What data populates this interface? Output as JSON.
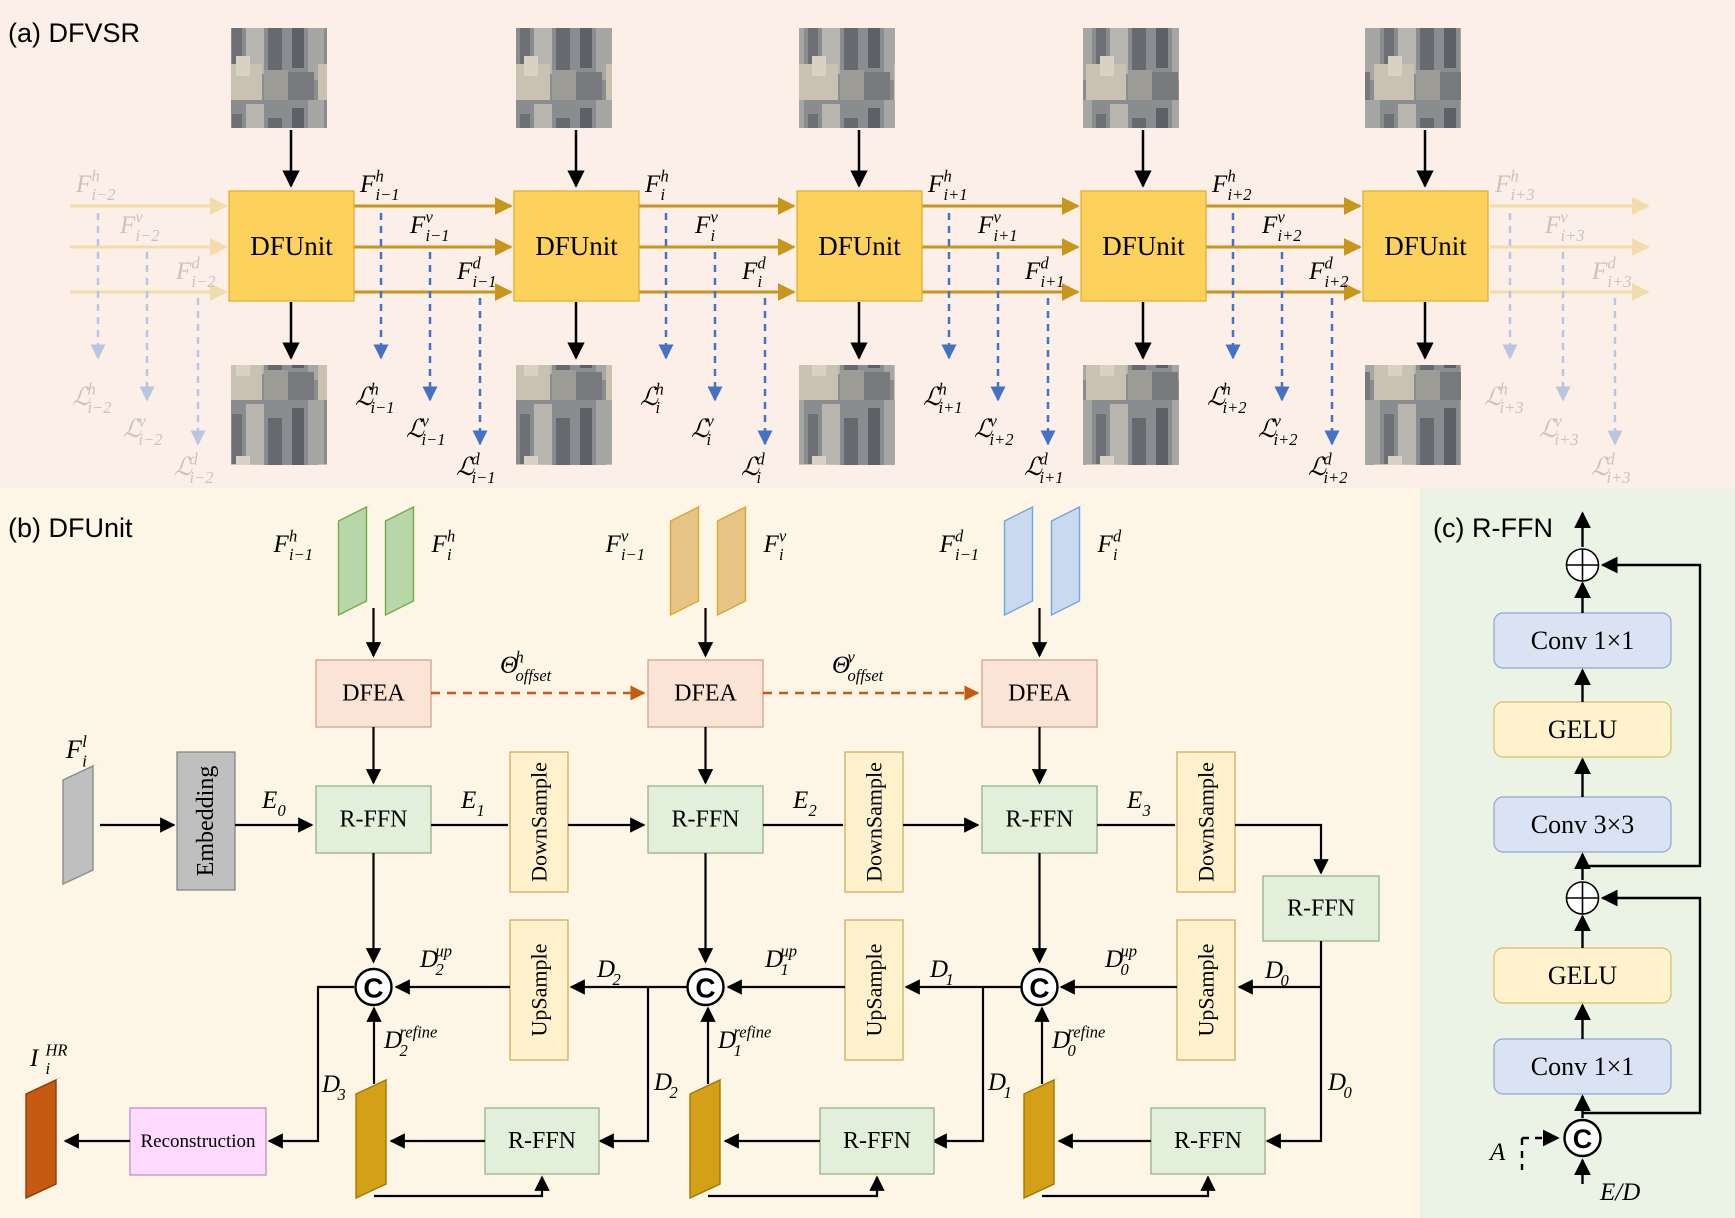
{
  "panels": {
    "a_title": "(a) DFVSR",
    "b_title": "(b) DFUnit",
    "c_title": "(c) R-FFN"
  },
  "colors": {
    "panel_a_bg": "#fcefe7",
    "panel_b_bg": "#fdf6e6",
    "panel_c_bg": "#eaf3e4",
    "dfunit_fill": "#fdd25c",
    "gold_arrow": "#c8961a",
    "blue_dash": "#4472c4",
    "orange_dash": "#c55a11",
    "dfea_fill": "#fbe3d6",
    "rffn_fill": "#e2efdb",
    "sample_fill": "#fff1cc",
    "embedding_fill": "#bfbfbf",
    "recon_fill": "#ffd9ff",
    "conv_fill": "#dae3f3",
    "gelu_fill": "#fff2cc"
  },
  "dfvsr": {
    "units": [
      "DFUnit",
      "DFUnit",
      "DFUnit",
      "DFUnit",
      "DFUnit"
    ],
    "feat_h": [
      {
        "b": "F",
        "sup": "h",
        "sub": "i−2"
      },
      {
        "b": "F",
        "sup": "h",
        "sub": "i−1"
      },
      {
        "b": "F",
        "sup": "h",
        "sub": "i"
      },
      {
        "b": "F",
        "sup": "h",
        "sub": "i+1"
      },
      {
        "b": "F",
        "sup": "h",
        "sub": "i+2"
      },
      {
        "b": "F",
        "sup": "h",
        "sub": "i+3"
      }
    ],
    "feat_v": [
      {
        "b": "F",
        "sup": "v",
        "sub": "i−2"
      },
      {
        "b": "F",
        "sup": "v",
        "sub": "i−1"
      },
      {
        "b": "F",
        "sup": "v",
        "sub": "i"
      },
      {
        "b": "F",
        "sup": "v",
        "sub": "i+1"
      },
      {
        "b": "F",
        "sup": "v",
        "sub": "i+2"
      },
      {
        "b": "F",
        "sup": "v",
        "sub": "i+3"
      }
    ],
    "feat_d": [
      {
        "b": "F",
        "sup": "d",
        "sub": "i−2"
      },
      {
        "b": "F",
        "sup": "d",
        "sub": "i−1"
      },
      {
        "b": "F",
        "sup": "d",
        "sub": "i"
      },
      {
        "b": "F",
        "sup": "d",
        "sub": "i+1"
      },
      {
        "b": "F",
        "sup": "d",
        "sub": "i+2"
      },
      {
        "b": "F",
        "sup": "d",
        "sub": "i+3"
      }
    ],
    "loss_h": [
      {
        "b": "ℒ",
        "sup": "h",
        "sub": "i−2"
      },
      {
        "b": "ℒ",
        "sup": "h",
        "sub": "i−1"
      },
      {
        "b": "ℒ",
        "sup": "h",
        "sub": "i"
      },
      {
        "b": "ℒ",
        "sup": "h",
        "sub": "i+1"
      },
      {
        "b": "ℒ",
        "sup": "h",
        "sub": "i+2"
      },
      {
        "b": "ℒ",
        "sup": "h",
        "sub": "i+3"
      }
    ],
    "loss_v": [
      {
        "b": "ℒ",
        "sup": "v",
        "sub": "i−2"
      },
      {
        "b": "ℒ",
        "sup": "v",
        "sub": "i−1"
      },
      {
        "b": "ℒ",
        "sup": "v",
        "sub": "i"
      },
      {
        "b": "ℒ",
        "sup": "v",
        "sub": "i+2"
      },
      {
        "b": "ℒ",
        "sup": "v",
        "sub": "i+2"
      },
      {
        "b": "ℒ",
        "sup": "v",
        "sub": "i+3"
      }
    ],
    "loss_d": [
      {
        "b": "ℒ",
        "sup": "d",
        "sub": "i−2"
      },
      {
        "b": "ℒ",
        "sup": "d",
        "sub": "i−1"
      },
      {
        "b": "ℒ",
        "sup": "d",
        "sub": "i"
      },
      {
        "b": "ℒ",
        "sup": "d",
        "sub": "i+1"
      },
      {
        "b": "ℒ",
        "sup": "d",
        "sub": "i+2"
      },
      {
        "b": "ℒ",
        "sup": "d",
        "sub": "i+3"
      }
    ]
  },
  "dfunit": {
    "inputs": [
      {
        "prev": {
          "b": "F",
          "sup": "h",
          "sub": "i−1"
        },
        "cur": {
          "b": "F",
          "sup": "h",
          "sub": "i"
        }
      },
      {
        "prev": {
          "b": "F",
          "sup": "v",
          "sub": "i−1"
        },
        "cur": {
          "b": "F",
          "sup": "v",
          "sub": "i"
        }
      },
      {
        "prev": {
          "b": "F",
          "sup": "d",
          "sub": "i−1"
        },
        "cur": {
          "b": "F",
          "sup": "d",
          "sub": "i"
        }
      }
    ],
    "dfea": [
      "DFEA",
      "DFEA",
      "DFEA"
    ],
    "offsets": [
      {
        "b": "Θ",
        "sup": "h",
        "sub": "offset"
      },
      {
        "b": "Θ",
        "sup": "v",
        "sub": "offset"
      }
    ],
    "input_feat": {
      "b": "F",
      "sup": "l",
      "sub": "i"
    },
    "embedding": "Embedding",
    "enc_labels": [
      {
        "b": "E",
        "sub": "0"
      },
      {
        "b": "E",
        "sub": "1"
      },
      {
        "b": "E",
        "sub": "2"
      },
      {
        "b": "E",
        "sub": "3"
      }
    ],
    "rffn": "R-FFN",
    "downsample": "DownSample",
    "upsample": "UpSample",
    "d_labels": [
      {
        "b": "D",
        "sub": "2"
      },
      {
        "b": "D",
        "sub": "1"
      },
      {
        "b": "D",
        "sub": "0"
      },
      {
        "b": "D",
        "sub": "3"
      }
    ],
    "up_labels": [
      {
        "b": "D",
        "sup": "up",
        "sub": "2"
      },
      {
        "b": "D",
        "sup": "up",
        "sub": "1"
      },
      {
        "b": "D",
        "sup": "up",
        "sub": "0"
      }
    ],
    "refine_labels": [
      {
        "b": "D",
        "sup": "refine",
        "sub": "2"
      },
      {
        "b": "D",
        "sup": "refine",
        "sub": "1"
      },
      {
        "b": "D",
        "sup": "refine",
        "sub": "0"
      }
    ],
    "concat_symbol": "C",
    "reconstruction": "Reconstruction",
    "output": {
      "b": "I",
      "sup": "HR",
      "sub": "i"
    }
  },
  "rffn_detail": {
    "blocks": [
      "Conv 1×1",
      "GELU",
      "Conv 3×3",
      "GELU",
      "Conv 1×1"
    ],
    "plus_symbol": "⊕",
    "concat_symbol": "C",
    "input_a": "A",
    "input_ed": "E/D"
  }
}
